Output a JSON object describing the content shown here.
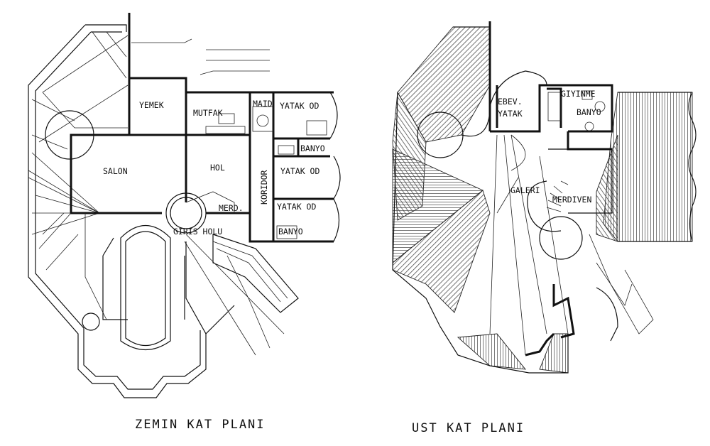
{
  "ground_floor": {
    "title": "ZEMIN KAT PLANI",
    "rooms": {
      "yemek": "YEMEK",
      "mutfak": "MUTFAK",
      "maid": "MAID",
      "yatak_1": "YATAK OD",
      "salon": "SALON",
      "hol": "HOL",
      "koridor": "KORIDOR",
      "banyo_1": "BANYO",
      "yatak_2": "YATAK OD",
      "merd": "MERD.",
      "yatak_3": "YATAK OD",
      "giris_holu": "GIRIS HOLU",
      "banyo_2": "BANYO"
    }
  },
  "upper_floor": {
    "title": "UST KAT PLANI",
    "rooms": {
      "ebev": "EBEV.",
      "yatak": "YATAK",
      "giyinme": "GIYINME",
      "banyo": "BANYO",
      "galeri": "GALERI",
      "merdiven": "MERDIVEN"
    }
  },
  "colors": {
    "line": "#111111",
    "background": "#ffffff",
    "hatch": "#555555"
  }
}
